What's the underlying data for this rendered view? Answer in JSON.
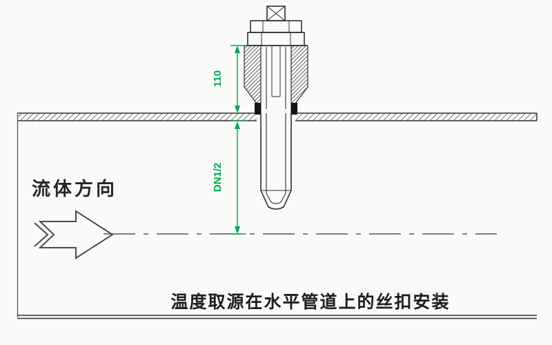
{
  "labels": {
    "flow_direction": "流体方向",
    "caption": "温度取源在水平管道上的丝扣安装"
  },
  "dimensions": {
    "insertion_length": "110",
    "nominal_size": "DN1/2"
  },
  "icons": {
    "flow_arrow": "flow-direction-arrow"
  },
  "colors": {
    "dimension_green": "#00a650",
    "line_dark": "#333333",
    "background": "#fafaf9"
  }
}
